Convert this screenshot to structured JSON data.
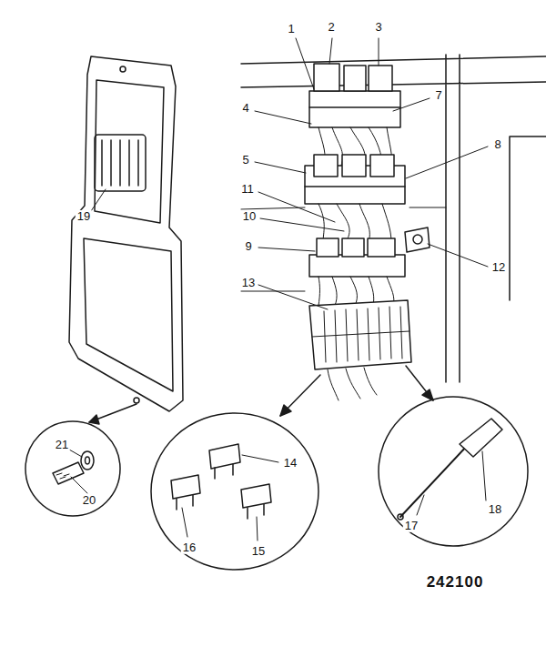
{
  "diagram": {
    "labels": [
      "1",
      "2",
      "3",
      "4",
      "7",
      "5",
      "8",
      "11",
      "10",
      "9",
      "12",
      "13",
      "19",
      "21",
      "20",
      "14",
      "16",
      "15",
      "17",
      "18",
      "242100"
    ]
  }
}
